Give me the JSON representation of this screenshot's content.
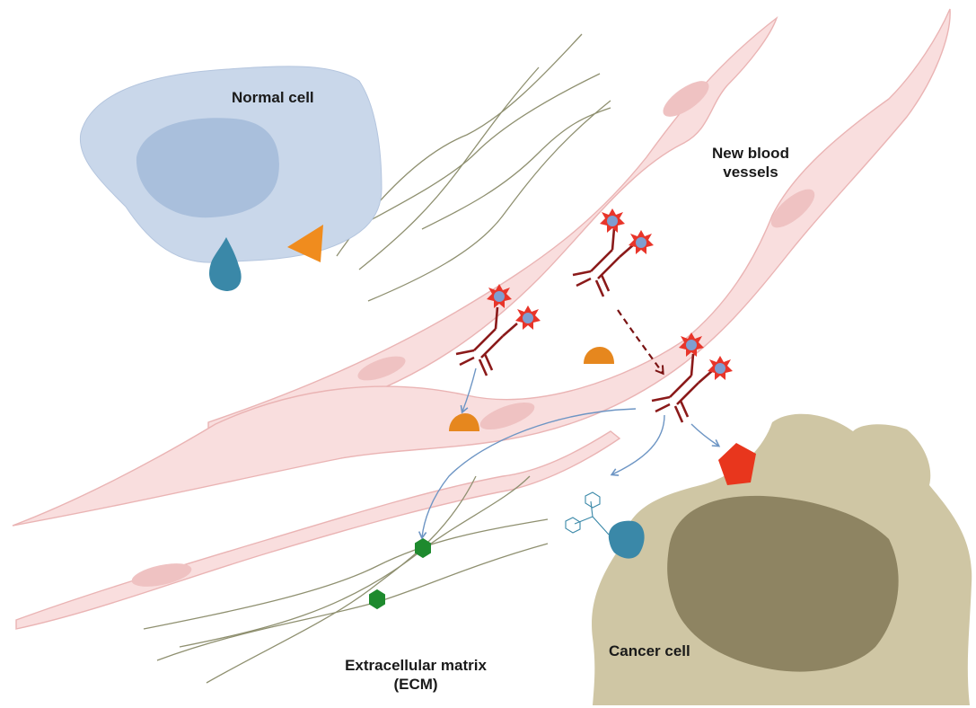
{
  "labels": {
    "normal_cell": "Normal cell",
    "new_blood_vessels_line1": "New blood",
    "new_blood_vessels_line2": "vessels",
    "ecm_line1": "Extracellular matrix",
    "ecm_line2": "(ECM)",
    "cancer_cell": "Cancer cell"
  },
  "colors": {
    "normal_cell_body": "#c9d7ea",
    "normal_cell_nucleus": "#a9bfdc",
    "vessel_fill": "#f9dede",
    "vessel_stroke": "#eab4b4",
    "vessel_nucleus": "#efc2c2",
    "fiber": "#8f9070",
    "cancer_cell_body": "#cfc6a4",
    "cancer_cell_nucleus": "#8e8462",
    "antibody": "#8b1a1a",
    "payload_star": "#e8352a",
    "payload_center": "#7f9ed0",
    "teal_receptor": "#3a88a8",
    "orange_triangle": "#f08c1e",
    "orange_semicircle": "#e6871e",
    "red_pentagon": "#e8361d",
    "green_hexagon": "#1e8a2e",
    "blue_arrow": "#6d95c4",
    "dashed_arrow": "#7a1313"
  }
}
